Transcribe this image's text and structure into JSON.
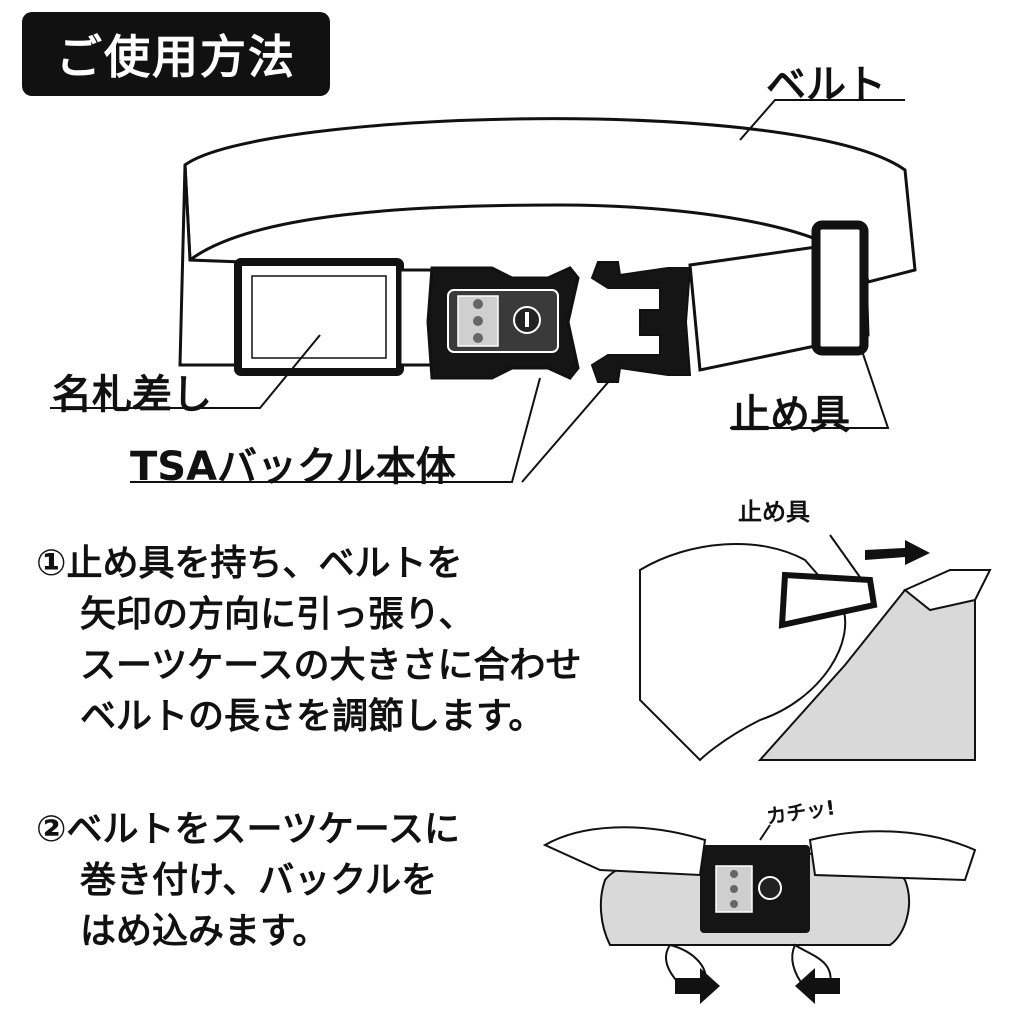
{
  "title": "ご使用方法",
  "labels": {
    "belt": "ベルト",
    "name_tag": "名札差し",
    "tsa_buckle": "TSAバックル本体",
    "stopper": "止め具",
    "stopper_small": "止め具",
    "click_sound": "カチッ!"
  },
  "steps": [
    {
      "lines": [
        "①止め具を持ち、ベルトを",
        "矢印の方向に引っ張り、",
        "スーツケースの大きさに合わせ",
        "ベルトの長さを調節します。"
      ]
    },
    {
      "lines": [
        "②ベルトをスーツケースに",
        "巻き付け、バックルを",
        "はめ込みます。"
      ]
    }
  ]
}
